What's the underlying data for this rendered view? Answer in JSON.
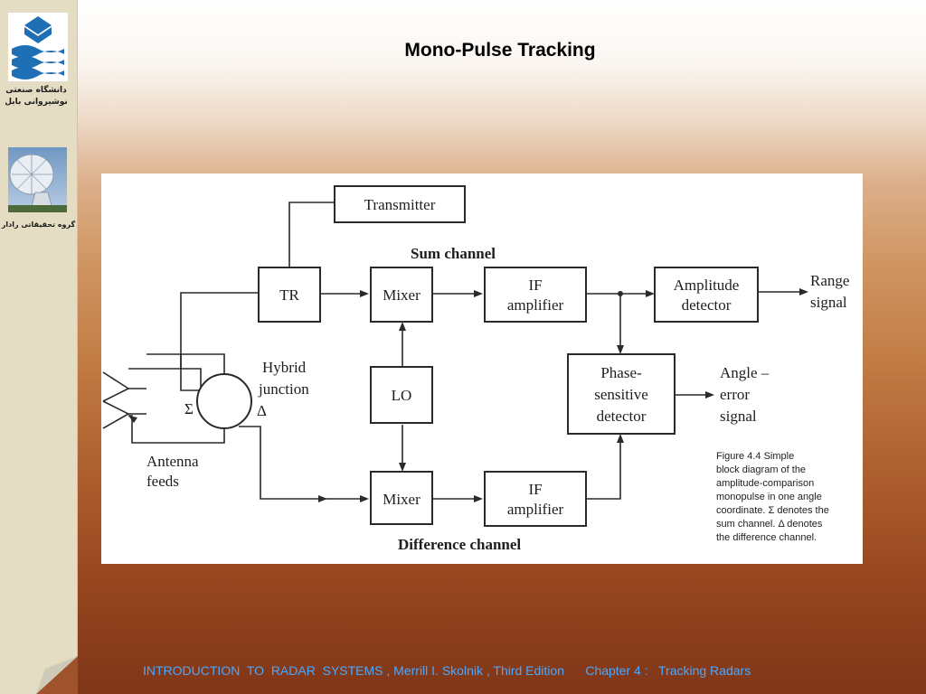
{
  "slide": {
    "title": "Mono-Pulse Tracking"
  },
  "sidebar": {
    "university_name_line1": "دانشگاه صنعتی",
    "university_name_line2": "نوشیروانی بابل",
    "group_name": "گروه تحقیقاتی رادار"
  },
  "diagram": {
    "blocks": {
      "transmitter": "Transmitter",
      "tr": "TR",
      "mixer_top": "Mixer",
      "if_top_line1": "IF",
      "if_top_line2": "amplifier",
      "amp_det_line1": "Amplitude",
      "amp_det_line2": "detector",
      "lo": "LO",
      "phase_line1": "Phase-",
      "phase_line2": "sensitive",
      "phase_line3": "detector",
      "mixer_bottom": "Mixer",
      "if_bot_line1": "IF",
      "if_bot_line2": "amplifier"
    },
    "labels": {
      "sum_channel": "Sum channel",
      "difference_channel": "Difference channel",
      "hybrid_line1": "Hybrid",
      "hybrid_line2": "junction",
      "delta": "Δ",
      "sigma": "Σ",
      "antenna_line1": "Antenna",
      "antenna_line2": "feeds",
      "range_line1": "Range",
      "range_line2": "signal",
      "angle_line1": "Angle –",
      "angle_line2": "error",
      "angle_line3": "signal"
    },
    "caption": {
      "line1": "Figure 4.4     Simple",
      "line2": "block diagram of the",
      "line3": "amplitude-comparison",
      "line4": "monopulse in one angle",
      "line5": "coordinate. Σ denotes the",
      "line6": "sum channel. Δ denotes",
      "line7": "the difference channel."
    }
  },
  "footer": {
    "book": "INTRODUCTION  TO  RADAR  SYSTEMS , Merrill I. Skolnik , Third Edition",
    "chapter": "Chapter 4 :   Tracking Radars"
  },
  "colors": {
    "footer_text": "#4aa8ff",
    "sidebar_bg": "#e4dcc3",
    "logo_blue": "#1f6fb5"
  }
}
